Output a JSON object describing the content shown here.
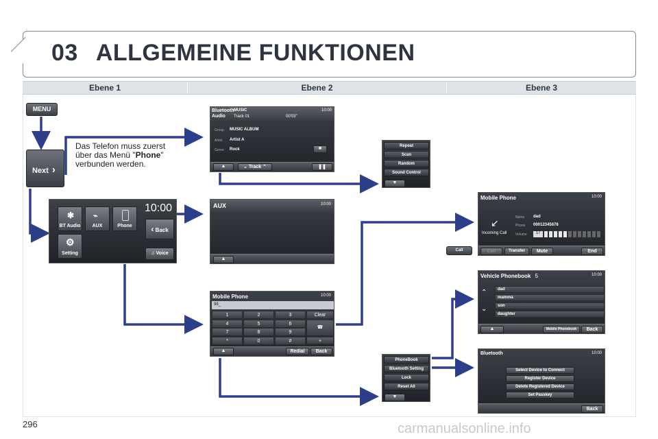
{
  "header": {
    "number": "03",
    "title": "ALLGEMEINE FUNKTIONEN"
  },
  "columns": [
    "Ebene 1",
    "Ebene 2",
    "Ebene 3"
  ],
  "level1": {
    "menu_button": "MENU",
    "next_button": "Next",
    "note_line1": "Das Telefon muss zuerst",
    "note_line2_pre": "über das Menü \"",
    "note_bold": "Phone",
    "note_line2_post": "\"",
    "note_line3": "verbunden werden.",
    "home": {
      "time": "10:00",
      "bt_audio": "BT Audio",
      "aux": "AUX",
      "phone": "Phone",
      "setting": "Setting",
      "back": "Back",
      "voice": "Voice"
    }
  },
  "audio_screen": {
    "brand": "Bluetooth",
    "sub": "Audio",
    "title": "MUSIC",
    "track_label": "Track 01",
    "time": "10:00",
    "elapsed": "00'03\"",
    "group_label": "Group",
    "group_value": "MUSIC ALBUM",
    "artist_label": "Artist",
    "artist_value": "Artist A",
    "genre_label": "Genre",
    "genre_value": "Rock",
    "track_btn": "Track"
  },
  "audio_menu": [
    "Repeat",
    "Scan",
    "Random",
    "Sound Control"
  ],
  "aux_screen": {
    "title": "AUX",
    "time": "10:00"
  },
  "dial_screen": {
    "title": "Mobile Phone",
    "time": "10:00",
    "input": "98_",
    "keys": [
      "1",
      "2",
      "3",
      "4",
      "5",
      "6",
      "7",
      "8",
      "9",
      "*",
      "0",
      "#"
    ],
    "clear": "Clear",
    "plus": "+",
    "redial": "Redial",
    "back": "Back"
  },
  "phone_menu": [
    "PhoneBook",
    "Bluetooth Setting",
    "Lock",
    "Reset All"
  ],
  "incoming_screen": {
    "title": "Mobile Phone",
    "time": "10:00",
    "label": "Incoming Call",
    "name_label": "Name",
    "name_value": "dad",
    "phone_label": "Phone",
    "phone_value": "00012345678",
    "volume_label": "Volume",
    "volume_value": "17",
    "call": "Call",
    "transfer": "Transfer Call",
    "mute": "Mute",
    "end": "End"
  },
  "call_button": "Call",
  "phonebook_screen": {
    "title": "Vehicle Phonebook",
    "count": "5",
    "time": "10:00",
    "entries": [
      "dad",
      "mamma",
      "son",
      "daughter"
    ],
    "mobile_pb": "Mobile Phonebook",
    "back": "Back"
  },
  "bt_screen": {
    "title": "Bluetooth",
    "time": "10:00",
    "options": [
      "Select Device to Connect",
      "Register Device",
      "Delete Registered Device",
      "Set Passkey"
    ],
    "back": "Back"
  },
  "footer": {
    "page": "296",
    "watermark": "carmanualsonline.info"
  },
  "colors": {
    "arrow": "#2d3f8a",
    "header_text": "#2e3440",
    "column_bar": "#dfe3e8"
  }
}
